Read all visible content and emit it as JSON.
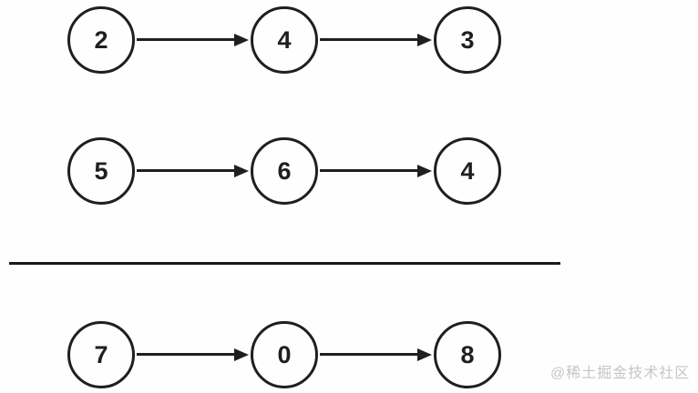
{
  "diagram": {
    "type": "linked-list-diagram",
    "background_color": "#fefefe",
    "stroke_color": "#1f1f1f",
    "divider_color": "#1a1a1a",
    "lists": [
      {
        "nodes": [
          "2",
          "4",
          "3"
        ]
      },
      {
        "nodes": [
          "5",
          "6",
          "4"
        ]
      },
      {
        "nodes": [
          "7",
          "0",
          "8"
        ]
      }
    ],
    "watermark": {
      "text": "@稀土掘金技术社区",
      "color": "#c6c6c6"
    }
  }
}
